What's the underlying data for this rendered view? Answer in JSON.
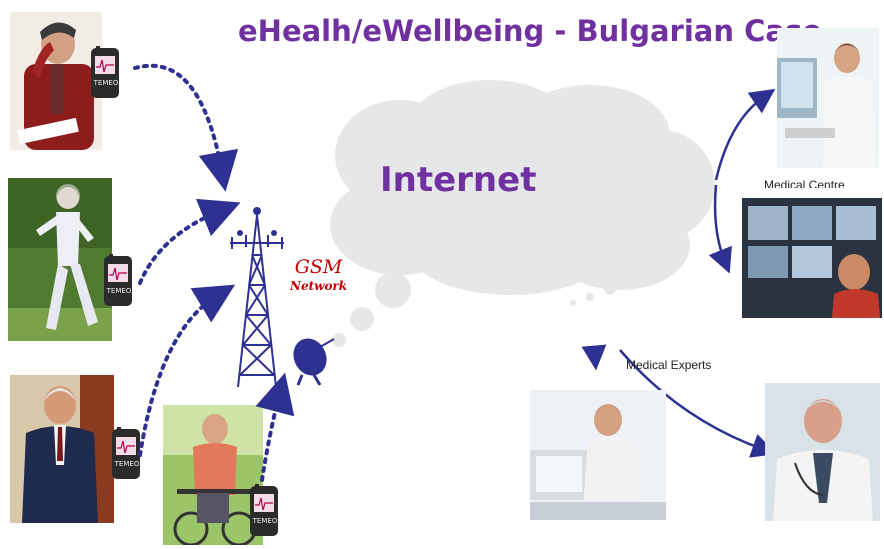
{
  "title": "eHealh/eWellbeing - Bulgarian Case",
  "cloud": {
    "label": "Internet"
  },
  "gsm": {
    "title": "GSM",
    "subtitle": "Network"
  },
  "labels": {
    "medical_centre": "Medical Centre",
    "medical_experts": "Medical Experts"
  },
  "device": {
    "brand": "TEMEO"
  },
  "colors": {
    "title": "#7030a0",
    "arrow": "#2e3192",
    "gsm_text": "#c00000",
    "cloud": "#e6e7e8"
  }
}
